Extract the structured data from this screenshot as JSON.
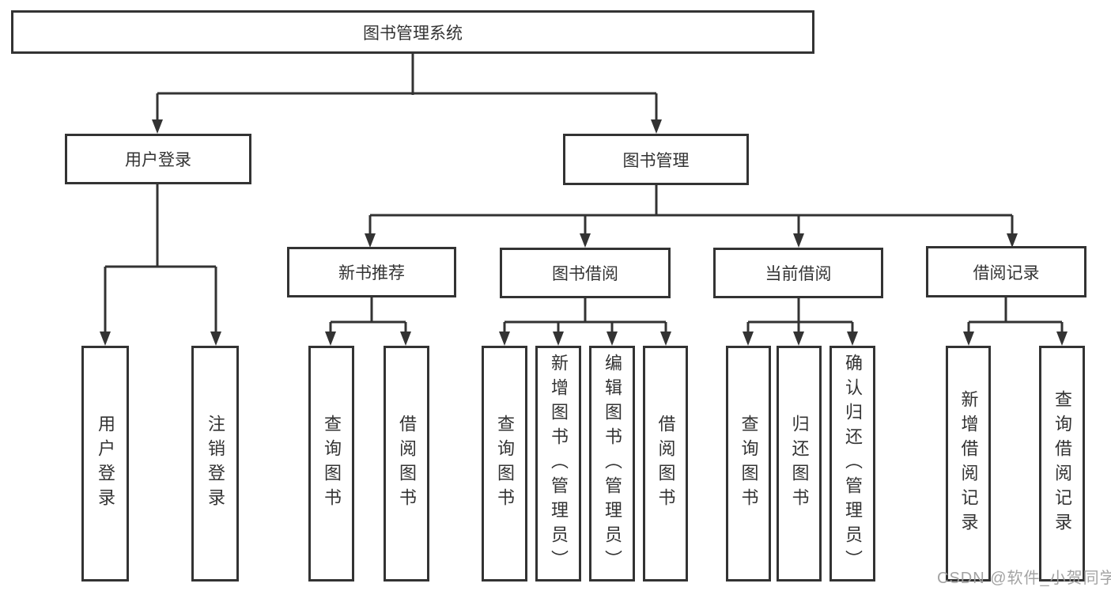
{
  "diagram": {
    "type": "hierarchy-tree",
    "watermark": "CSDN @软件_小贺同学",
    "colors": {
      "line": "#333333",
      "box_border": "#333333",
      "box_fill": "#ffffff",
      "text": "#333333",
      "watermark": "#9e9e9e"
    }
  },
  "tree": {
    "label": "图书管理系统",
    "children": [
      {
        "label": "用户登录",
        "children": [
          {
            "label": "用户登录"
          },
          {
            "label": "注销登录"
          }
        ]
      },
      {
        "label": "图书管理",
        "children": [
          {
            "label": "新书推荐",
            "children": [
              {
                "label": "查询图书"
              },
              {
                "label": "借阅图书"
              }
            ]
          },
          {
            "label": "图书借阅",
            "children": [
              {
                "label": "查询图书"
              },
              {
                "label": "新增图书（管理员）"
              },
              {
                "label": "编辑图书（管理员）"
              },
              {
                "label": "借阅图书"
              }
            ]
          },
          {
            "label": "当前借阅",
            "children": [
              {
                "label": "查询图书"
              },
              {
                "label": "归还图书"
              },
              {
                "label": "确认归还（管理员）"
              }
            ]
          },
          {
            "label": "借阅记录",
            "children": [
              {
                "label": "新增借阅记录"
              },
              {
                "label": "查询借阅记录"
              }
            ]
          }
        ]
      }
    ]
  }
}
